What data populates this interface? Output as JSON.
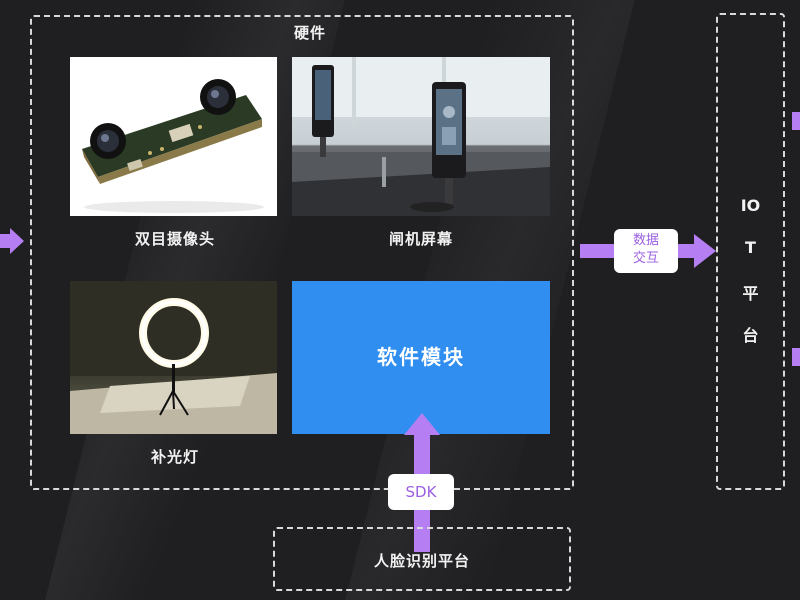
{
  "hardware": {
    "title": "硬件"
  },
  "modules": {
    "camera": "双目摄像头",
    "gate_screen": "闸机屏幕",
    "fill_light": "补光灯",
    "software": "软件模块"
  },
  "iot_platform": {
    "lines": [
      "IO",
      "T",
      "平",
      "台"
    ]
  },
  "data_exchange": {
    "line1": "数据",
    "line2": "交互"
  },
  "sdk_label": "SDK",
  "face_platform": "人脸识别平台",
  "colors": {
    "background": "#1f1f21",
    "accent_blue": "#2f8ef0",
    "arrow_purple": "#b57ef2",
    "pill_text": "#9b5fe0",
    "dashed_border": "#d9d9d9"
  }
}
